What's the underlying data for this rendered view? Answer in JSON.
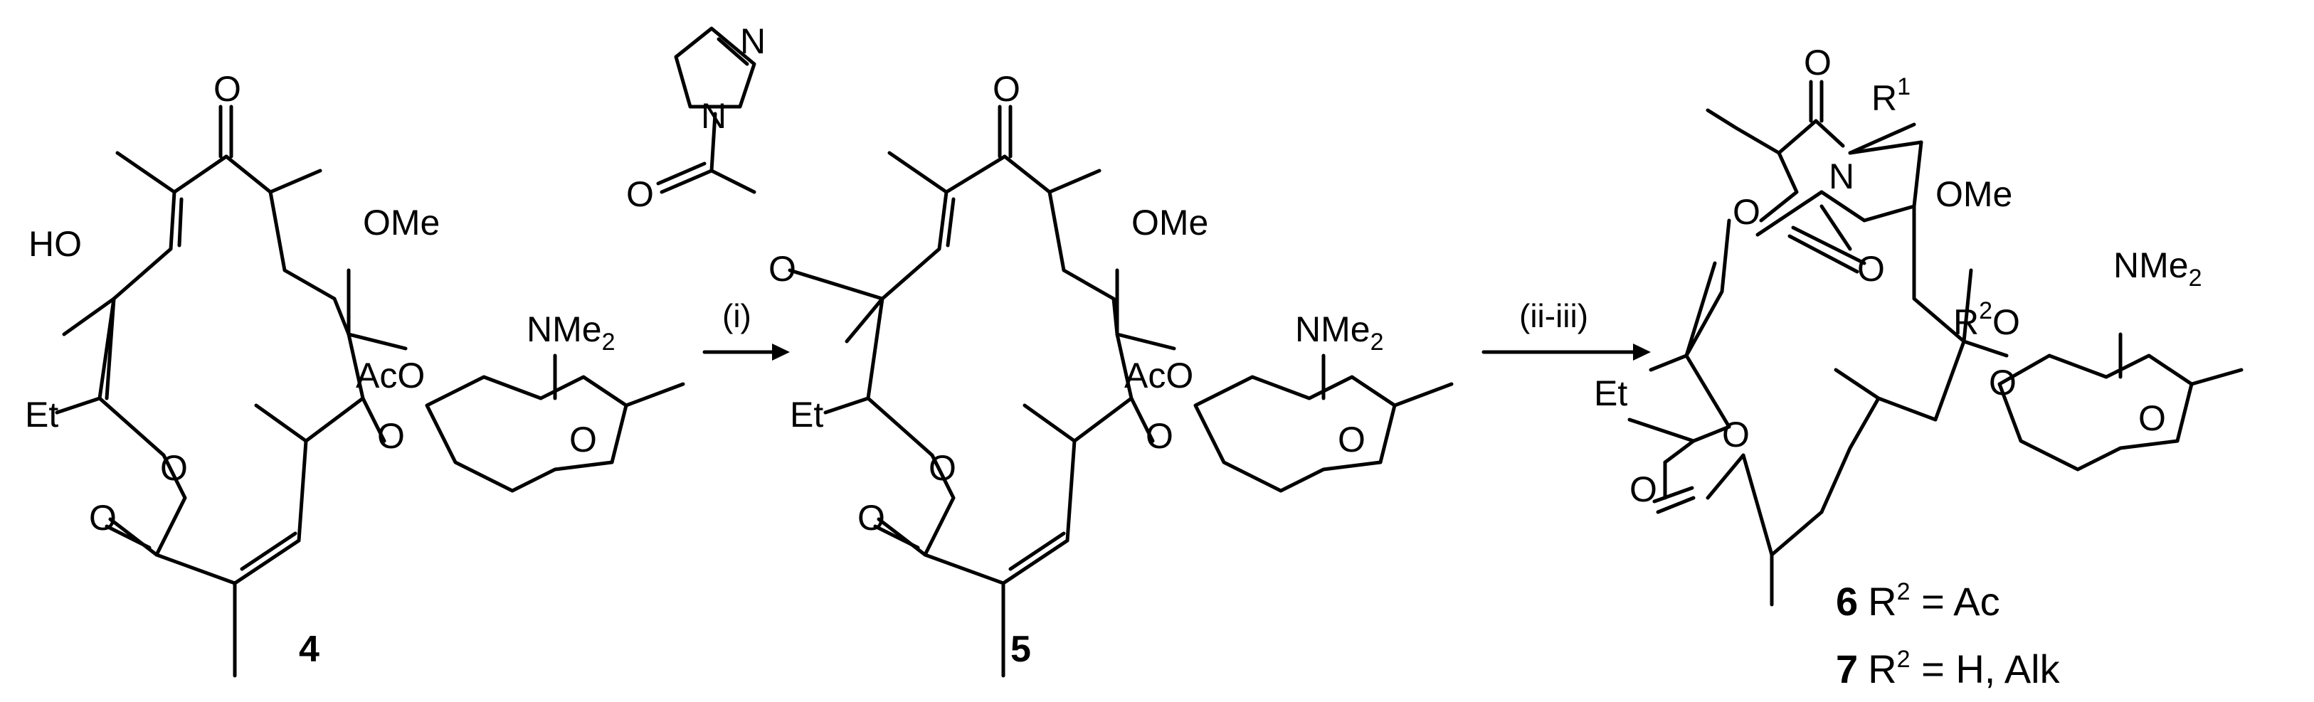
{
  "compounds": {
    "c4": {
      "number": "4",
      "labels": {
        "ketone_o": "O",
        "ho": "HO",
        "ome": "OMe",
        "nme": "NMe",
        "nme_sub": "2",
        "aco": "AcO",
        "et": "Et",
        "ester_o": "O",
        "carbonyl_o": "O",
        "sugar_o_ring": "O",
        "sugar_o_link": "O"
      }
    },
    "c5": {
      "number": "5",
      "labels": {
        "imid_n_top": "N",
        "imid_n": "N",
        "carbamate_o": "O",
        "ester_link_o": "O",
        "ketone_o": "O",
        "ome": "OMe",
        "nme": "NMe",
        "nme_sub": "2",
        "aco": "AcO",
        "et": "Et",
        "ester_o": "O",
        "carbonyl_o": "O",
        "sugar_o_ring": "O",
        "sugar_o_link": "O"
      }
    },
    "c67": {
      "labels": {
        "amide_o": "O",
        "r1": "R",
        "r1_sup": "1",
        "n": "N",
        "ring_o": "O",
        "ring_co": "O",
        "ome": "OMe",
        "nme": "NMe",
        "nme_sub": "2",
        "r2o": "R",
        "r2o_sup": "2",
        "r2o_o": "O",
        "sugar_o_ring": "O",
        "sugar_o_link": "O",
        "et": "Et",
        "ester_o": "O",
        "carbonyl_o": "O"
      },
      "captions": [
        {
          "number": "6",
          "r": "R",
          "sup": "2",
          "rest": " = Ac"
        },
        {
          "number": "7",
          "r": "R",
          "sup": "2",
          "rest": " = H, Alk"
        }
      ]
    }
  },
  "arrows": {
    "step1": {
      "label": "(i)"
    },
    "step2": {
      "label": "(ii-iii)"
    }
  }
}
